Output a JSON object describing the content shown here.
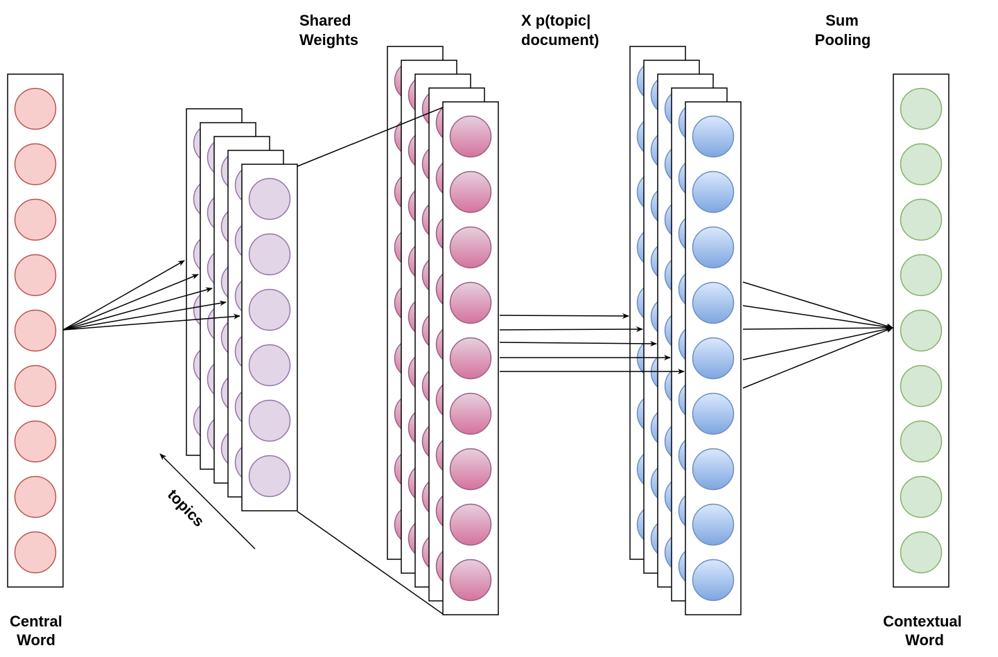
{
  "labels": {
    "central_word": [
      "Central",
      "Word"
    ],
    "shared_weights": [
      "Shared",
      "Weights"
    ],
    "topic_weight": [
      "X p(topic|",
      "document)"
    ],
    "sum_pooling": [
      "Sum",
      "Pooling"
    ],
    "contextual_word": [
      "Contextual",
      "Word"
    ],
    "topics_arrow": "topics"
  },
  "colors": {
    "central_fill": "#f8cecc",
    "central_stroke": "#b85450",
    "topic_fill": "#e1d5e7",
    "topic_stroke": "#9673a6",
    "pink_top": "#e6d0de",
    "pink_bottom": "#d5739d",
    "pink_stroke": "#996185",
    "blue_top": "#dae8fc",
    "blue_bottom": "#7ea6e0",
    "blue_stroke": "#6c8ebf",
    "context_fill": "#d5e8d4",
    "context_stroke": "#82b366"
  },
  "structure": {
    "central_units": 9,
    "topic_stack_layers": 5,
    "topic_units_per_layer": 6,
    "weighted_stack_layers": 5,
    "weighted_units_per_layer": 9,
    "pooled_stack_layers": 5,
    "pooled_units_per_layer": 9,
    "context_units": 9
  }
}
